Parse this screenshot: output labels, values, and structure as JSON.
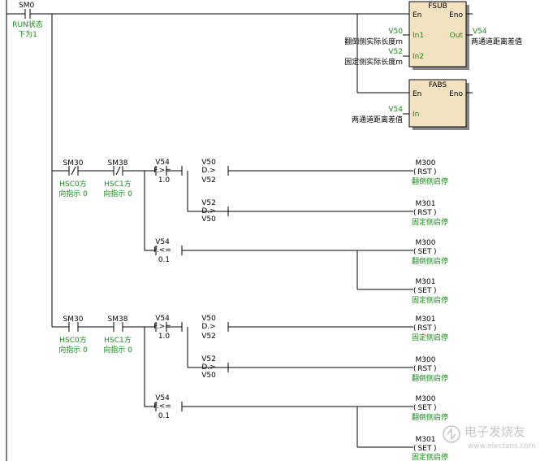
{
  "rung1": {
    "contact": {
      "addr": "SM0",
      "comment": [
        "RUN状态",
        "下为1"
      ]
    },
    "fsub": {
      "title": "FSUB",
      "en": "En",
      "eno": "Eno",
      "in1": "In1",
      "in2": "In2",
      "out": "Out",
      "in1_var": "V50",
      "in1_comment": "翻倒侧实际长度m",
      "in2_var": "V52",
      "in2_comment": "固定侧实际长度m",
      "out_var": "V54",
      "out_comment": "两通道距离差值"
    },
    "fabs": {
      "title": "FABS",
      "en": "En",
      "eno": "Eno",
      "in": "In",
      "in_var": "V54",
      "in_comment": "两通道距离差值"
    }
  },
  "rung2": {
    "c1": {
      "addr": "SM30",
      "comment": [
        "HSC0方",
        "向指示 0"
      ]
    },
    "c2": {
      "addr": "SM38",
      "comment": [
        "HSC1方",
        "向指示 0"
      ]
    },
    "cmp_ge": {
      "var": "V54",
      "op": "F.>=",
      "val": "1.0"
    },
    "cmp_a": {
      "var": "V50",
      "op": "D.>",
      "val": "V52"
    },
    "cmp_b": {
      "var": "V52",
      "op": "D.>",
      "val": "V50"
    },
    "cmp_le": {
      "var": "V54",
      "op": "F.<=",
      "val": "0.1"
    },
    "coils": [
      {
        "addr": "M300",
        "op": "RST",
        "comment": "翻倒侧启停"
      },
      {
        "addr": "M301",
        "op": "RST",
        "comment": "固定侧启停"
      },
      {
        "addr": "M300",
        "op": "SET",
        "comment": "翻倒侧启停"
      },
      {
        "addr": "M301",
        "op": "SET",
        "comment": "固定侧启停"
      }
    ]
  },
  "rung3": {
    "c1": {
      "addr": "SM30",
      "comment": [
        "HSC0方",
        "向指示 0"
      ]
    },
    "c2": {
      "addr": "SM38",
      "comment": [
        "HSC1方",
        "向指示 0"
      ]
    },
    "cmp_ge": {
      "var": "V54",
      "op": "F.>=",
      "val": "1.0"
    },
    "cmp_a": {
      "var": "V50",
      "op": "D.>",
      "val": "V52"
    },
    "cmp_b": {
      "var": "V52",
      "op": "D.>",
      "val": "V50"
    },
    "cmp_le": {
      "var": "V54",
      "op": "F.<=",
      "val": "0.1"
    },
    "coils": [
      {
        "addr": "M301",
        "op": "RST",
        "comment": "固定侧启停"
      },
      {
        "addr": "M300",
        "op": "RST",
        "comment": "翻倒侧启停"
      },
      {
        "addr": "M300",
        "op": "SET",
        "comment": "翻倒侧启停"
      },
      {
        "addr": "M301",
        "op": "SET",
        "comment": "固定侧启停"
      }
    ]
  },
  "watermark": {
    "text": "电子发烧友",
    "url": "www.elecfans.com"
  }
}
